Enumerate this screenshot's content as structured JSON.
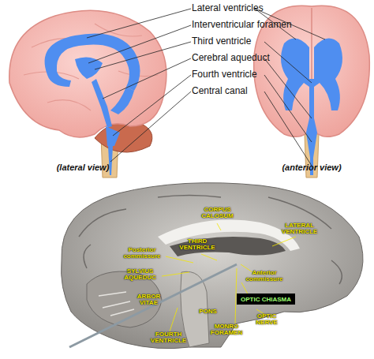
{
  "diagram": {
    "nodes": [
      {
        "text": [
          "OPTIC CHIASMA"
        ]
      }
    ],
    "labels": [
      "Lateral ventricles",
      "Interventricular foramen",
      "Third ventricle",
      "Cerebral aqueduct",
      "Fourth ventricle",
      "Central canal",
      "(lateral view)",
      "(anterior view)",
      "CORPUS CALOSUM",
      "THIRD VENTRICLE",
      "LATERAL VENTRICLE",
      "Posterior commissure",
      "SYLVIUS AQUEDUC",
      "Anterior commissure",
      "ARBOR VITAE",
      "PONS",
      "MONRO FORAMEN",
      "OPTIC NERVE",
      "FOURTH VENTRICLE"
    ]
  }
}
